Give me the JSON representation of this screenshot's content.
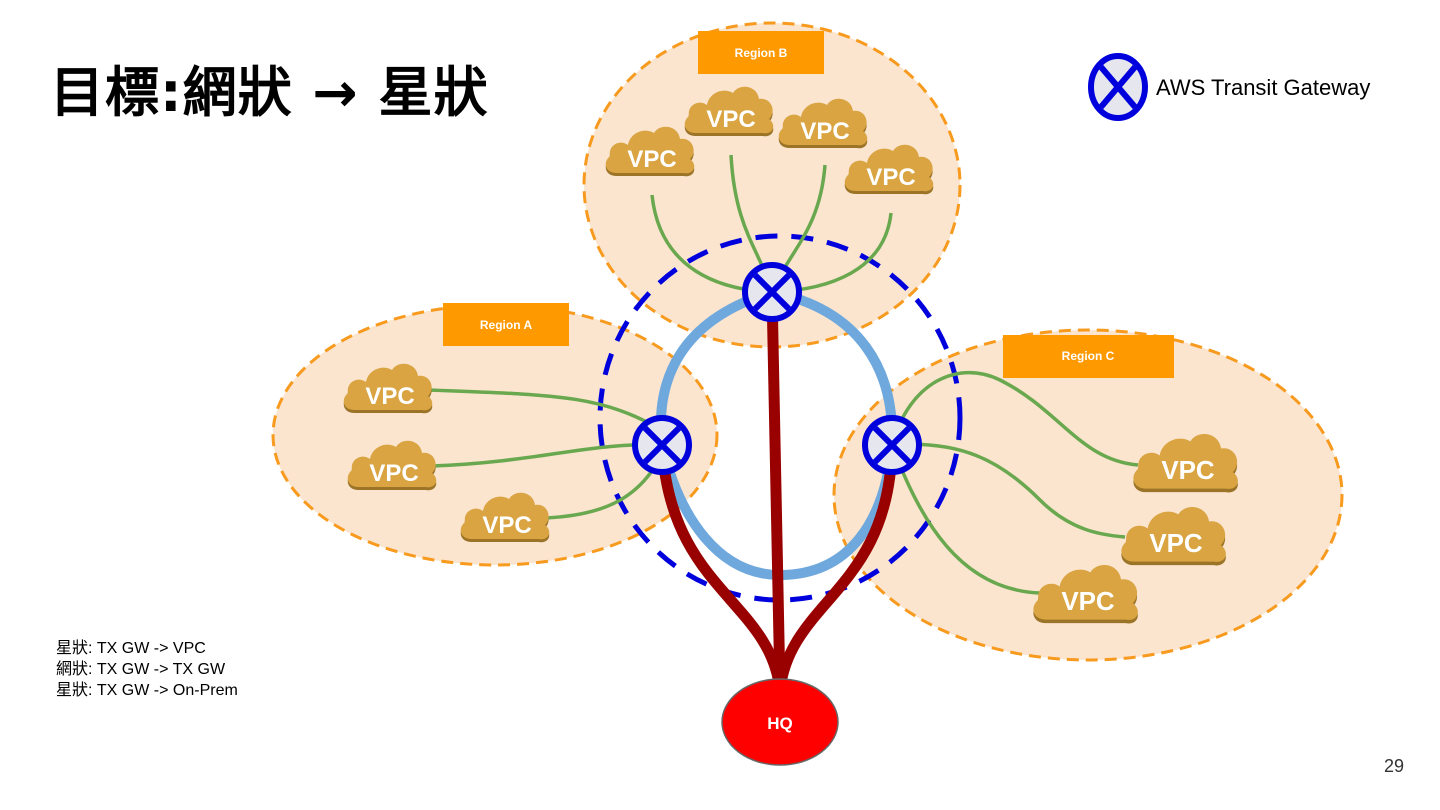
{
  "title": "目標:網狀 → 星狀",
  "legend": {
    "label": "AWS Transit Gateway"
  },
  "regions": {
    "a": {
      "label": "Region A",
      "vpcs": [
        "VPC",
        "VPC",
        "VPC"
      ]
    },
    "b": {
      "label": "Region B",
      "vpcs": [
        "VPC",
        "VPC",
        "VPC",
        "VPC"
      ]
    },
    "c": {
      "label": "Region C",
      "vpcs": [
        "VPC",
        "VPC",
        "VPC"
      ]
    }
  },
  "hq": {
    "label": "HQ"
  },
  "notes": [
    "星狀: TX GW -> VPC",
    "網狀: TX GW -> TX GW",
    "星狀: TX GW -> On-Prem"
  ],
  "page_number": "29",
  "colors": {
    "region_fill": "#FBE5CF",
    "region_border": "#F79A1E",
    "region_label_bg": "#FF9900",
    "vpc_cloud": "#D9A441",
    "vpc_cloud_shadow": "#9C7428",
    "tgw_border": "#0000DD",
    "tgw_fill": "#E6E6EE",
    "vpc_link": "#6AA84F",
    "mesh_link": "#6FA8DC",
    "onprem_link": "#990000",
    "hq_fill": "#FF0000",
    "mesh_ring": "#0000DD"
  }
}
